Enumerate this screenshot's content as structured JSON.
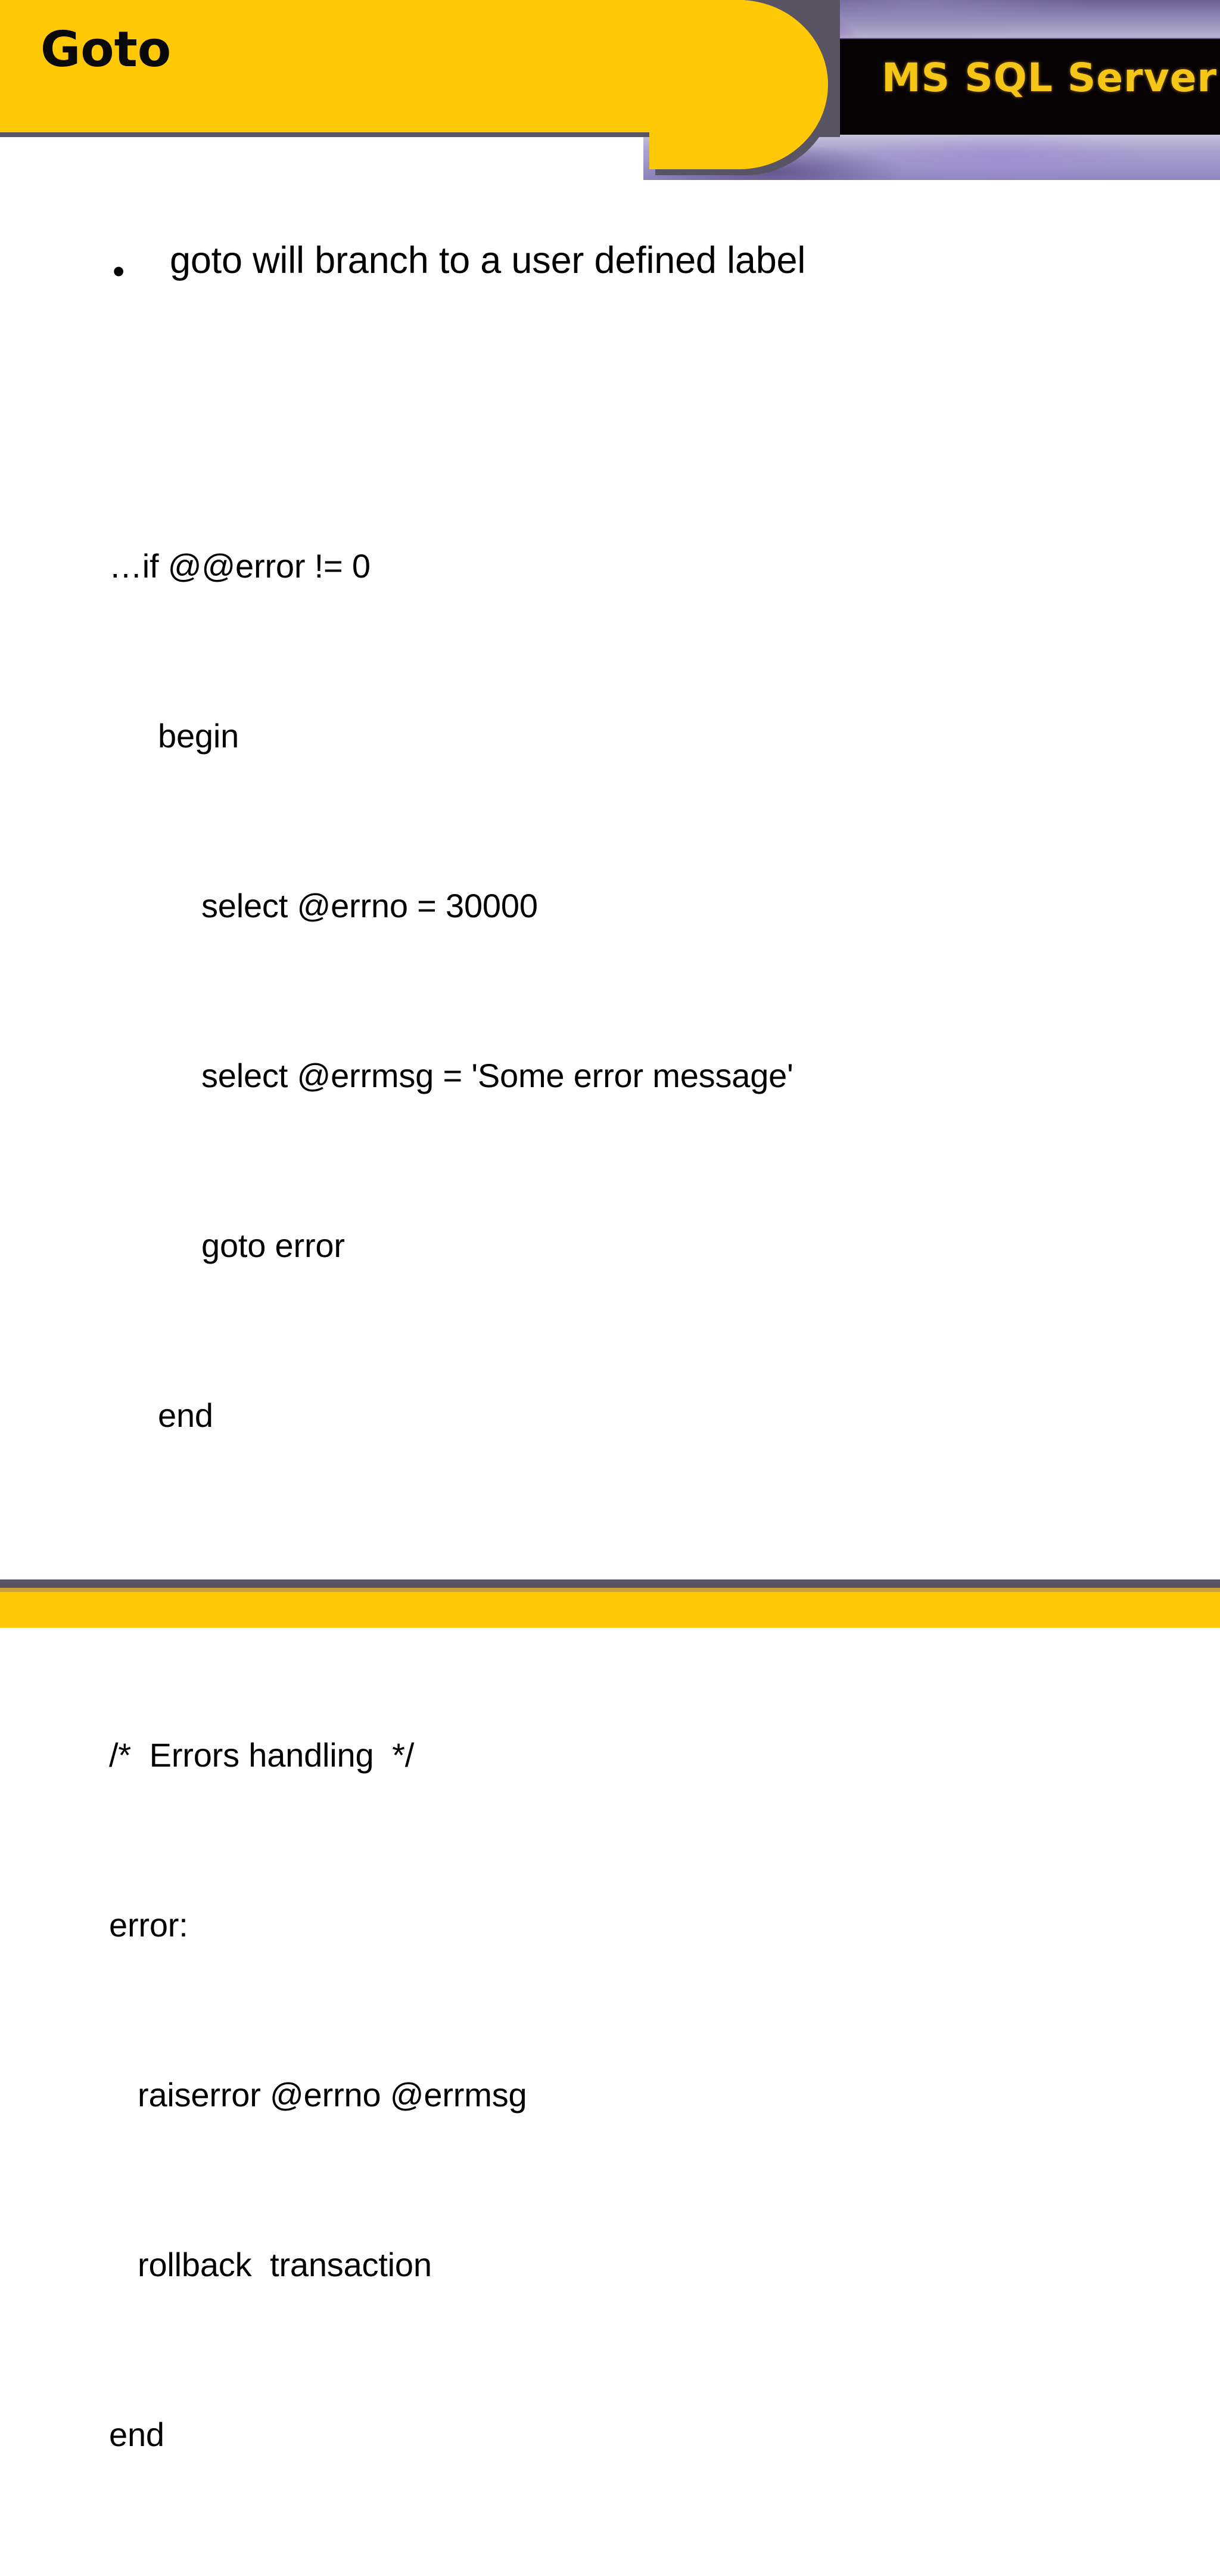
{
  "slide": {
    "title": "Goto",
    "brand": "MS SQL Server",
    "colors": {
      "accent_amber": "#FFC907",
      "shadow_gray": "#585463",
      "brand_gold": "#F5C518",
      "band_black": "#070305",
      "purple_top": "#8E87B5",
      "purple_bottom": "#A79FCD",
      "body_text": "#000000",
      "background": "#FFFFFF"
    }
  },
  "body": {
    "bullets": [
      {
        "marker": "•",
        "text": "goto will branch to a user defined label"
      }
    ],
    "code_lines": [
      {
        "indent": 0,
        "text": "…if @@error != 0"
      },
      {
        "indent": 1,
        "text": "begin"
      },
      {
        "indent": 2,
        "text": "select @errno = 30000"
      },
      {
        "indent": 2,
        "text": "select @errmsg = 'Some error message'"
      },
      {
        "indent": 2,
        "text": "goto error"
      },
      {
        "indent": 1,
        "text": "end"
      },
      {
        "indent": 0,
        "text": "..."
      },
      {
        "indent": 0,
        "text": "/*  Errors handling  */"
      },
      {
        "indent": 0,
        "text": "error:"
      },
      {
        "indent": 3,
        "text": "raiserror @errno @errmsg"
      },
      {
        "indent": 3,
        "text": "rollback  transaction"
      },
      {
        "indent": 0,
        "text": "end"
      }
    ]
  }
}
